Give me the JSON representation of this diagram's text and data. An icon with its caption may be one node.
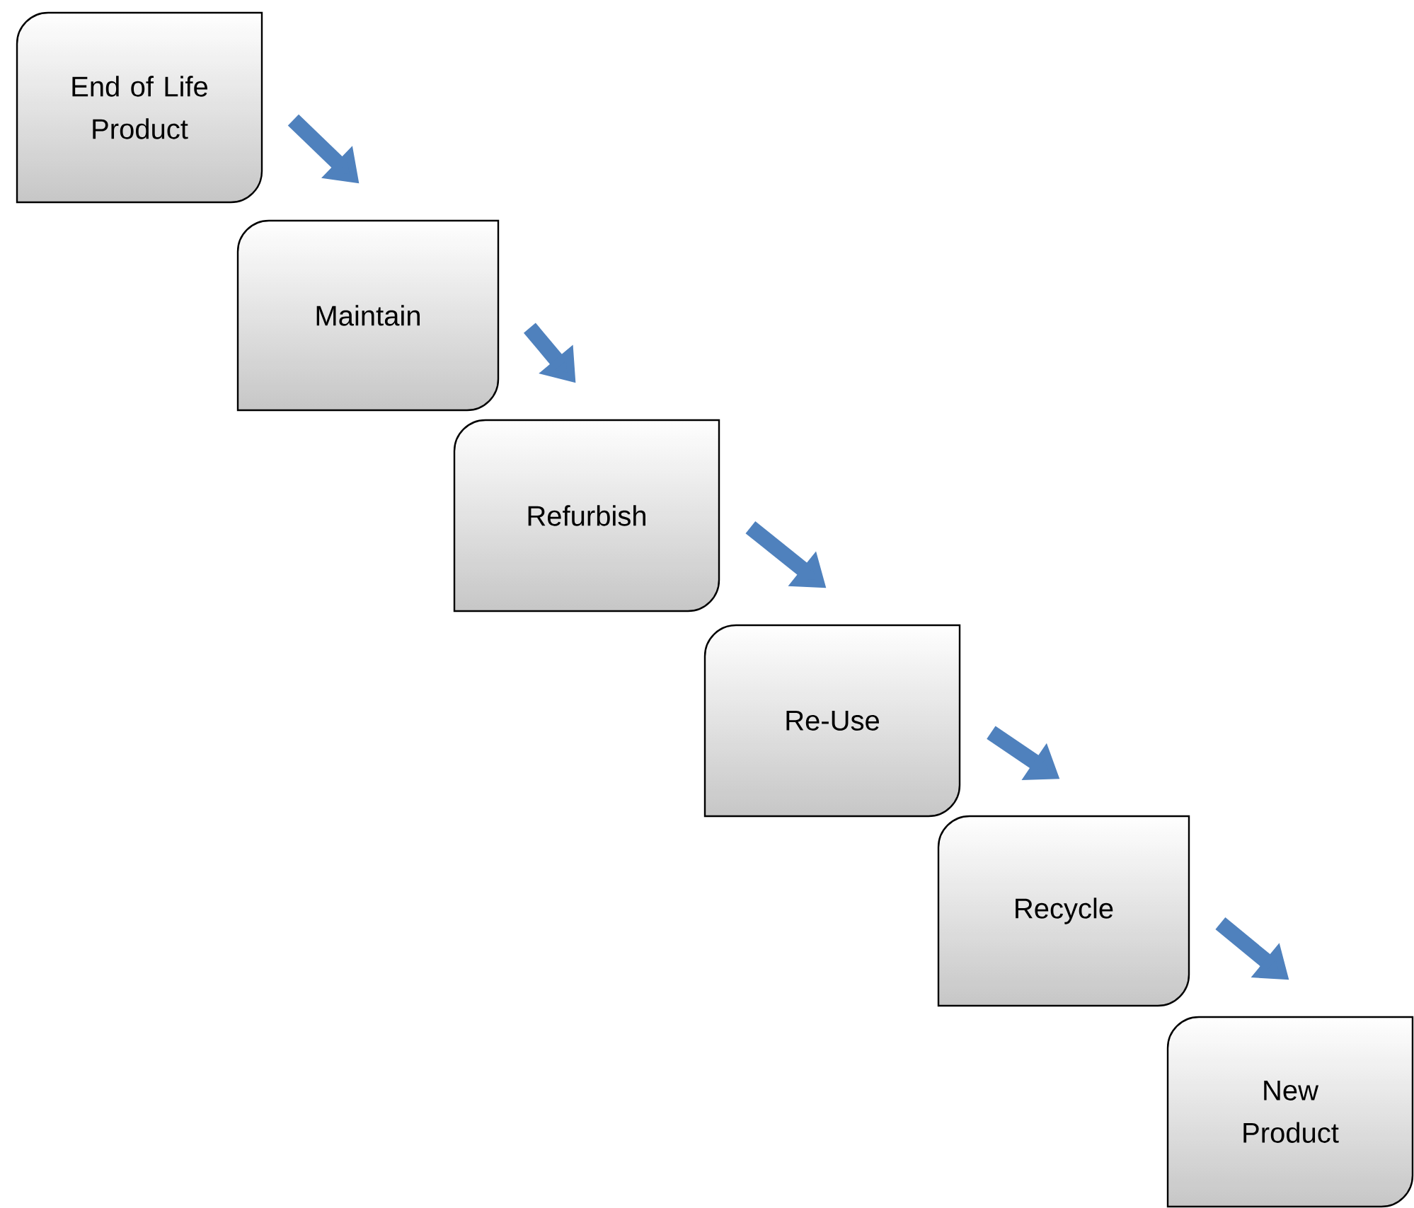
{
  "diagram": {
    "nodes": [
      {
        "text": [
          "End of Life Product"
        ]
      },
      {
        "text": [
          "Maintain"
        ]
      },
      {
        "text": [
          "Refurbish"
        ]
      },
      {
        "text": [
          "Re-Use"
        ]
      },
      {
        "text": [
          "Recycle"
        ]
      },
      {
        "text": [
          "New Product"
        ]
      }
    ],
    "edges": [
      {
        "from": 0,
        "to": 1,
        "arrow": "to"
      },
      {
        "from": 1,
        "to": 2,
        "arrow": "to"
      },
      {
        "from": 2,
        "to": 3,
        "arrow": "to"
      },
      {
        "from": 3,
        "to": 4,
        "arrow": "to"
      },
      {
        "from": 4,
        "to": 5,
        "arrow": "to"
      }
    ]
  }
}
